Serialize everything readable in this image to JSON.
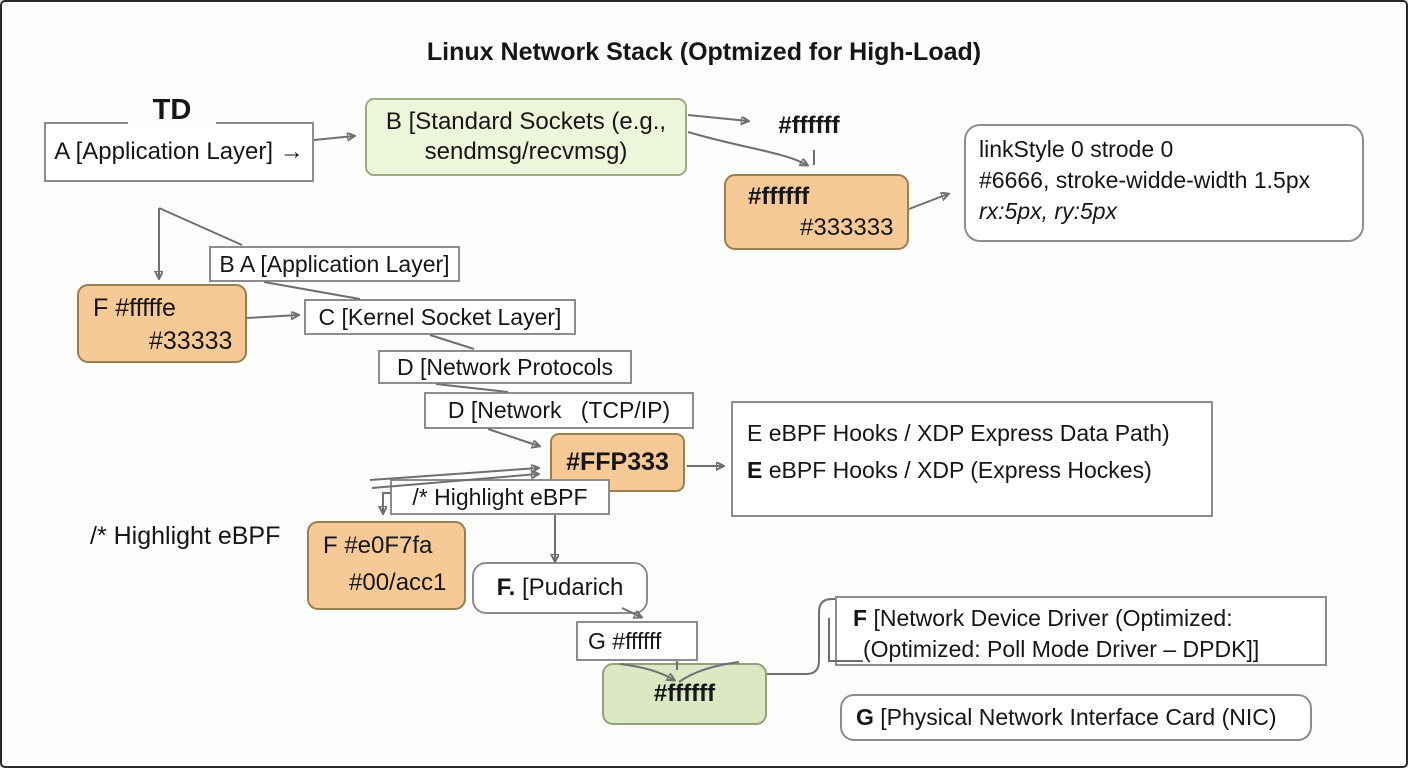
{
  "title": "Linux Network Stack (Optmized for High-Load)",
  "colors": {
    "node_orange": "#f6c997",
    "node_green_light": "#edf5da",
    "node_green": "#dce8c4",
    "node_white": "#ffffff",
    "connector_gray": "#6f6f6f",
    "border_gray": "#8d8d8d"
  },
  "diagram": {
    "td_label": "TD",
    "node_a": "A [Application Layer] →",
    "node_b": {
      "line1": "B [Standard Sockets (e.g.,",
      "line2": "sendmsg/recvmsg)"
    },
    "label_white_hex": "#ffffff",
    "node_style1": {
      "line1": "#ffffff",
      "line2": "#333333"
    },
    "node_linkstyle": {
      "line1": "linkStyle 0 strode 0",
      "line2": "#6666, stroke-widde-width 1.5px",
      "line3": "rx:5px, ry:5px"
    },
    "node_ba": "B A [Application Layer]",
    "node_f1": {
      "line1": "F #fffffe",
      "line2": "#33333"
    },
    "node_c": "C [Kernel Socket Layer]",
    "node_d1": "D [Network Protocols",
    "node_d2": "D [Network   (TCP/IP)",
    "node_ffp": "#FFP333",
    "node_e": {
      "line1": "E eBPF Hooks / XDP Express Data Path)",
      "prefix2": "E",
      "line2": " eBPF Hooks / XDP (Express Hockes)"
    },
    "node_highlight": "/* Highlight eBPF",
    "label_highlight": "/* Highlight eBPF",
    "node_f2": {
      "line1": "F #e0F7fa",
      "line2": "#00/acc1"
    },
    "node_pudarich": {
      "prefix": "F.",
      "text": " [Pudarich"
    },
    "node_g1": "G #ffffff",
    "node_green": "#ffffff",
    "node_fdev": {
      "prefix": "F",
      "line1": " [Network Device Driver (Optimized:",
      "line2": "(Optimized: Poll Mode Driver – DPDK]]"
    },
    "node_gnic": {
      "prefix": "G",
      "text": " [Physical Network Interface Card (NIC)"
    }
  }
}
